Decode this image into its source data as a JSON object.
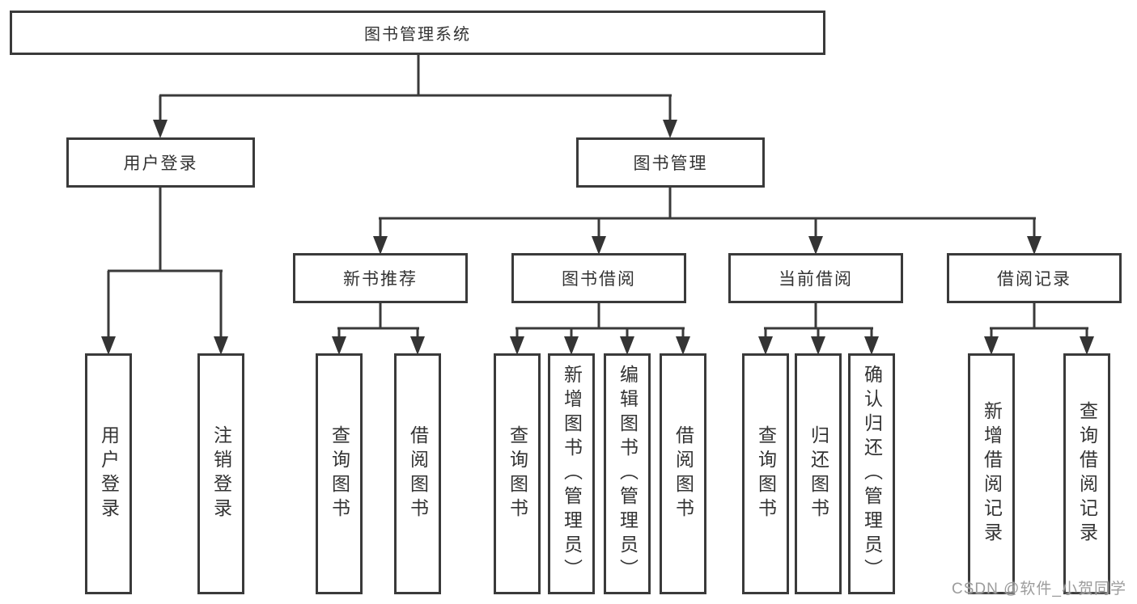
{
  "diagram": {
    "title": "图书管理系统",
    "watermark": "CSDN @软件_小贺同学",
    "nodes": {
      "root": "图书管理系统",
      "user_login": "用户登录",
      "book_mgmt": "图书管理",
      "new_book_rec": "新书推荐",
      "book_borrow": "图书借阅",
      "current_borrow": "当前借阅",
      "borrow_records": "借阅记录",
      "ul_user_login": "用户登录",
      "ul_logout": "注销登录",
      "nb_query_book": "查询图书",
      "nb_borrow_book": "借阅图书",
      "bb_query_book": "查询图书",
      "bb_add_book": "新增图书（管理员）",
      "bb_edit_book": "编辑图书（管理员）",
      "bb_borrow_book": "借阅图书",
      "cb_query_book": "查询图书",
      "cb_return_book": "归还图书",
      "cb_confirm_return": "确认归还（管理员）",
      "br_add_record": "新增借阅记录",
      "br_query_record": "查询借阅记录"
    },
    "tree": {
      "root": {
        "user_login": [
          "ul_user_login",
          "ul_logout"
        ],
        "book_mgmt": {
          "new_book_rec": [
            "nb_query_book",
            "nb_borrow_book"
          ],
          "book_borrow": [
            "bb_query_book",
            "bb_add_book",
            "bb_edit_book",
            "bb_borrow_book"
          ],
          "current_borrow": [
            "cb_query_book",
            "cb_return_book",
            "cb_confirm_return"
          ],
          "borrow_records": [
            "br_add_record",
            "br_query_record"
          ]
        }
      }
    },
    "colors": {
      "line": "#3a3a3a",
      "text": "#333333",
      "watermark": "#9c9c9c",
      "background": "#ffffff"
    }
  }
}
